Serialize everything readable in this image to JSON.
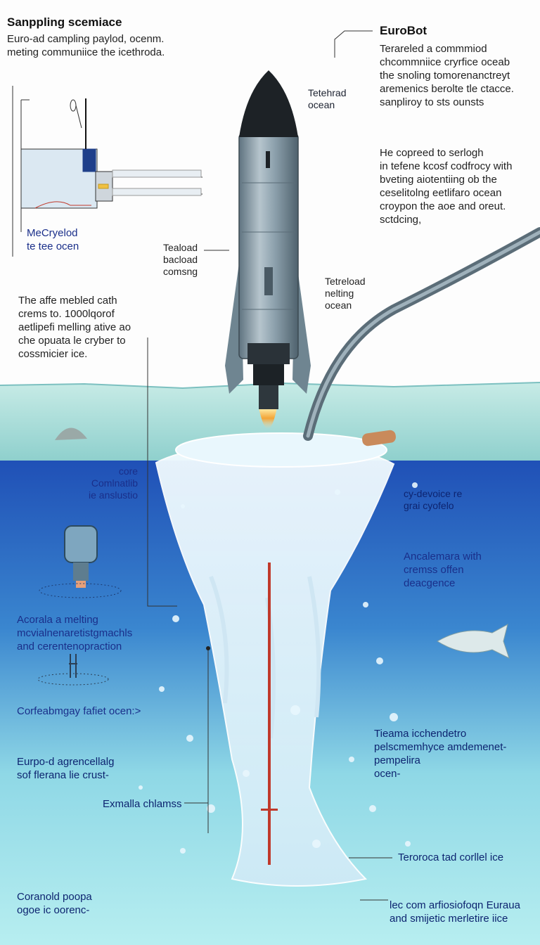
{
  "header": {
    "title": "Sanppling scemiace",
    "subtitle": "Euro‑ad campling paylod, ocenm.\nmeting communiice the icethroda."
  },
  "eurobot": {
    "title": "EuroBot",
    "description": "Terareled a commmiod\nchcommniice cryrfice oceab\nthe snoling tomorenanctreyt\naremenics berolte tle ctacce.\nsanpliroy to sts ounsts"
  },
  "labels": {
    "tethered_ocean": "Tetehrad\nocean",
    "right_paragraph": "He copreed to serlogh\nin tefene kcosf codfrocy with\nbveting aiotentiing ob the\nceselitolng eetlifaro ocean\ncroypon the aoe  and oreut.\nsctdcing,",
    "mecryelod": "MeCryelod\nte tee ocen",
    "teaload": "Teaload\nbacload\ncomsng",
    "tetreload": "Tetreload\nnelting\nocean",
    "left_paragraph": "The affe mebled cath\ncrems to. 1000lqorof\naetlipefi melling ative ao\nche opuata le cryber to\ncossmicier ice.",
    "core": "core\nComlnatlib\nie anslustio",
    "cy_device": "cy‑devoice re\ngrai cyofelo",
    "ancalemara": "Ancalemara with\ncremss offen\ndeacgence",
    "acorala": "Acorala a melting\nmcvialnenaretistgmachls\nand cerentenopraction",
    "corfeabm": "Corfeabmgay fafiet ocen:>",
    "tiearia": "Tieama icchendetro\npelscmemhyce amdemenet‑\npempelira\nocen‑",
    "europa": "Eurpo‑d agrencellalg\nsof flerana lie crust‑",
    "exmalla": "Exmalla chlamss",
    "teroroca": "Teroroca tad corllel ice",
    "coranold": "Coranold poopa\nogoe ic oorenc‑",
    "iec_com": "lec com arfiosiofoqn Euraua\nand smijetic merletire iice"
  },
  "colors": {
    "sky": "#fdfdfd",
    "surface_ice": "#a9d8d4",
    "deep_ocean": "#1f4fb6",
    "light_ocean": "#9fe3ea",
    "water_plume": "#e6f4fb",
    "probe_body": "#8ca0ad",
    "probe_nose": "#1d2226",
    "probe_line": "#c0392b",
    "text_blue": "#1a2f8a"
  }
}
